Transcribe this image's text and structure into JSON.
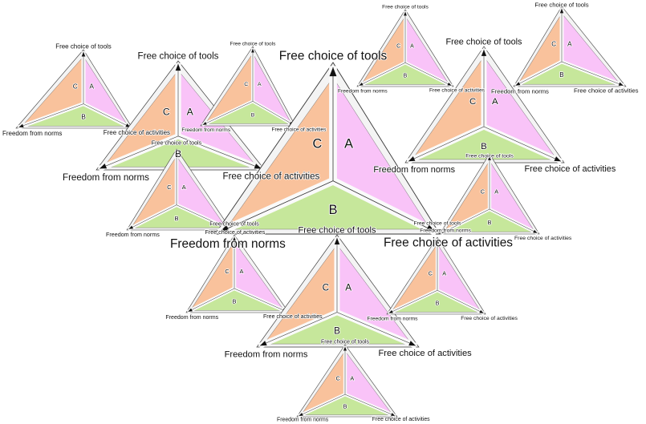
{
  "diagram": {
    "labels": {
      "top": "Free choice of tools",
      "left": "Freedom from norms",
      "right": "Free choice of activities"
    },
    "regions": {
      "a": "A",
      "b": "B",
      "c": "C"
    },
    "colors": {
      "a": "#f9c3f8",
      "b": "#c6e79b",
      "c": "#f9c29c",
      "band": "#f4f4f4",
      "outline": "#3a3a3a"
    }
  }
}
